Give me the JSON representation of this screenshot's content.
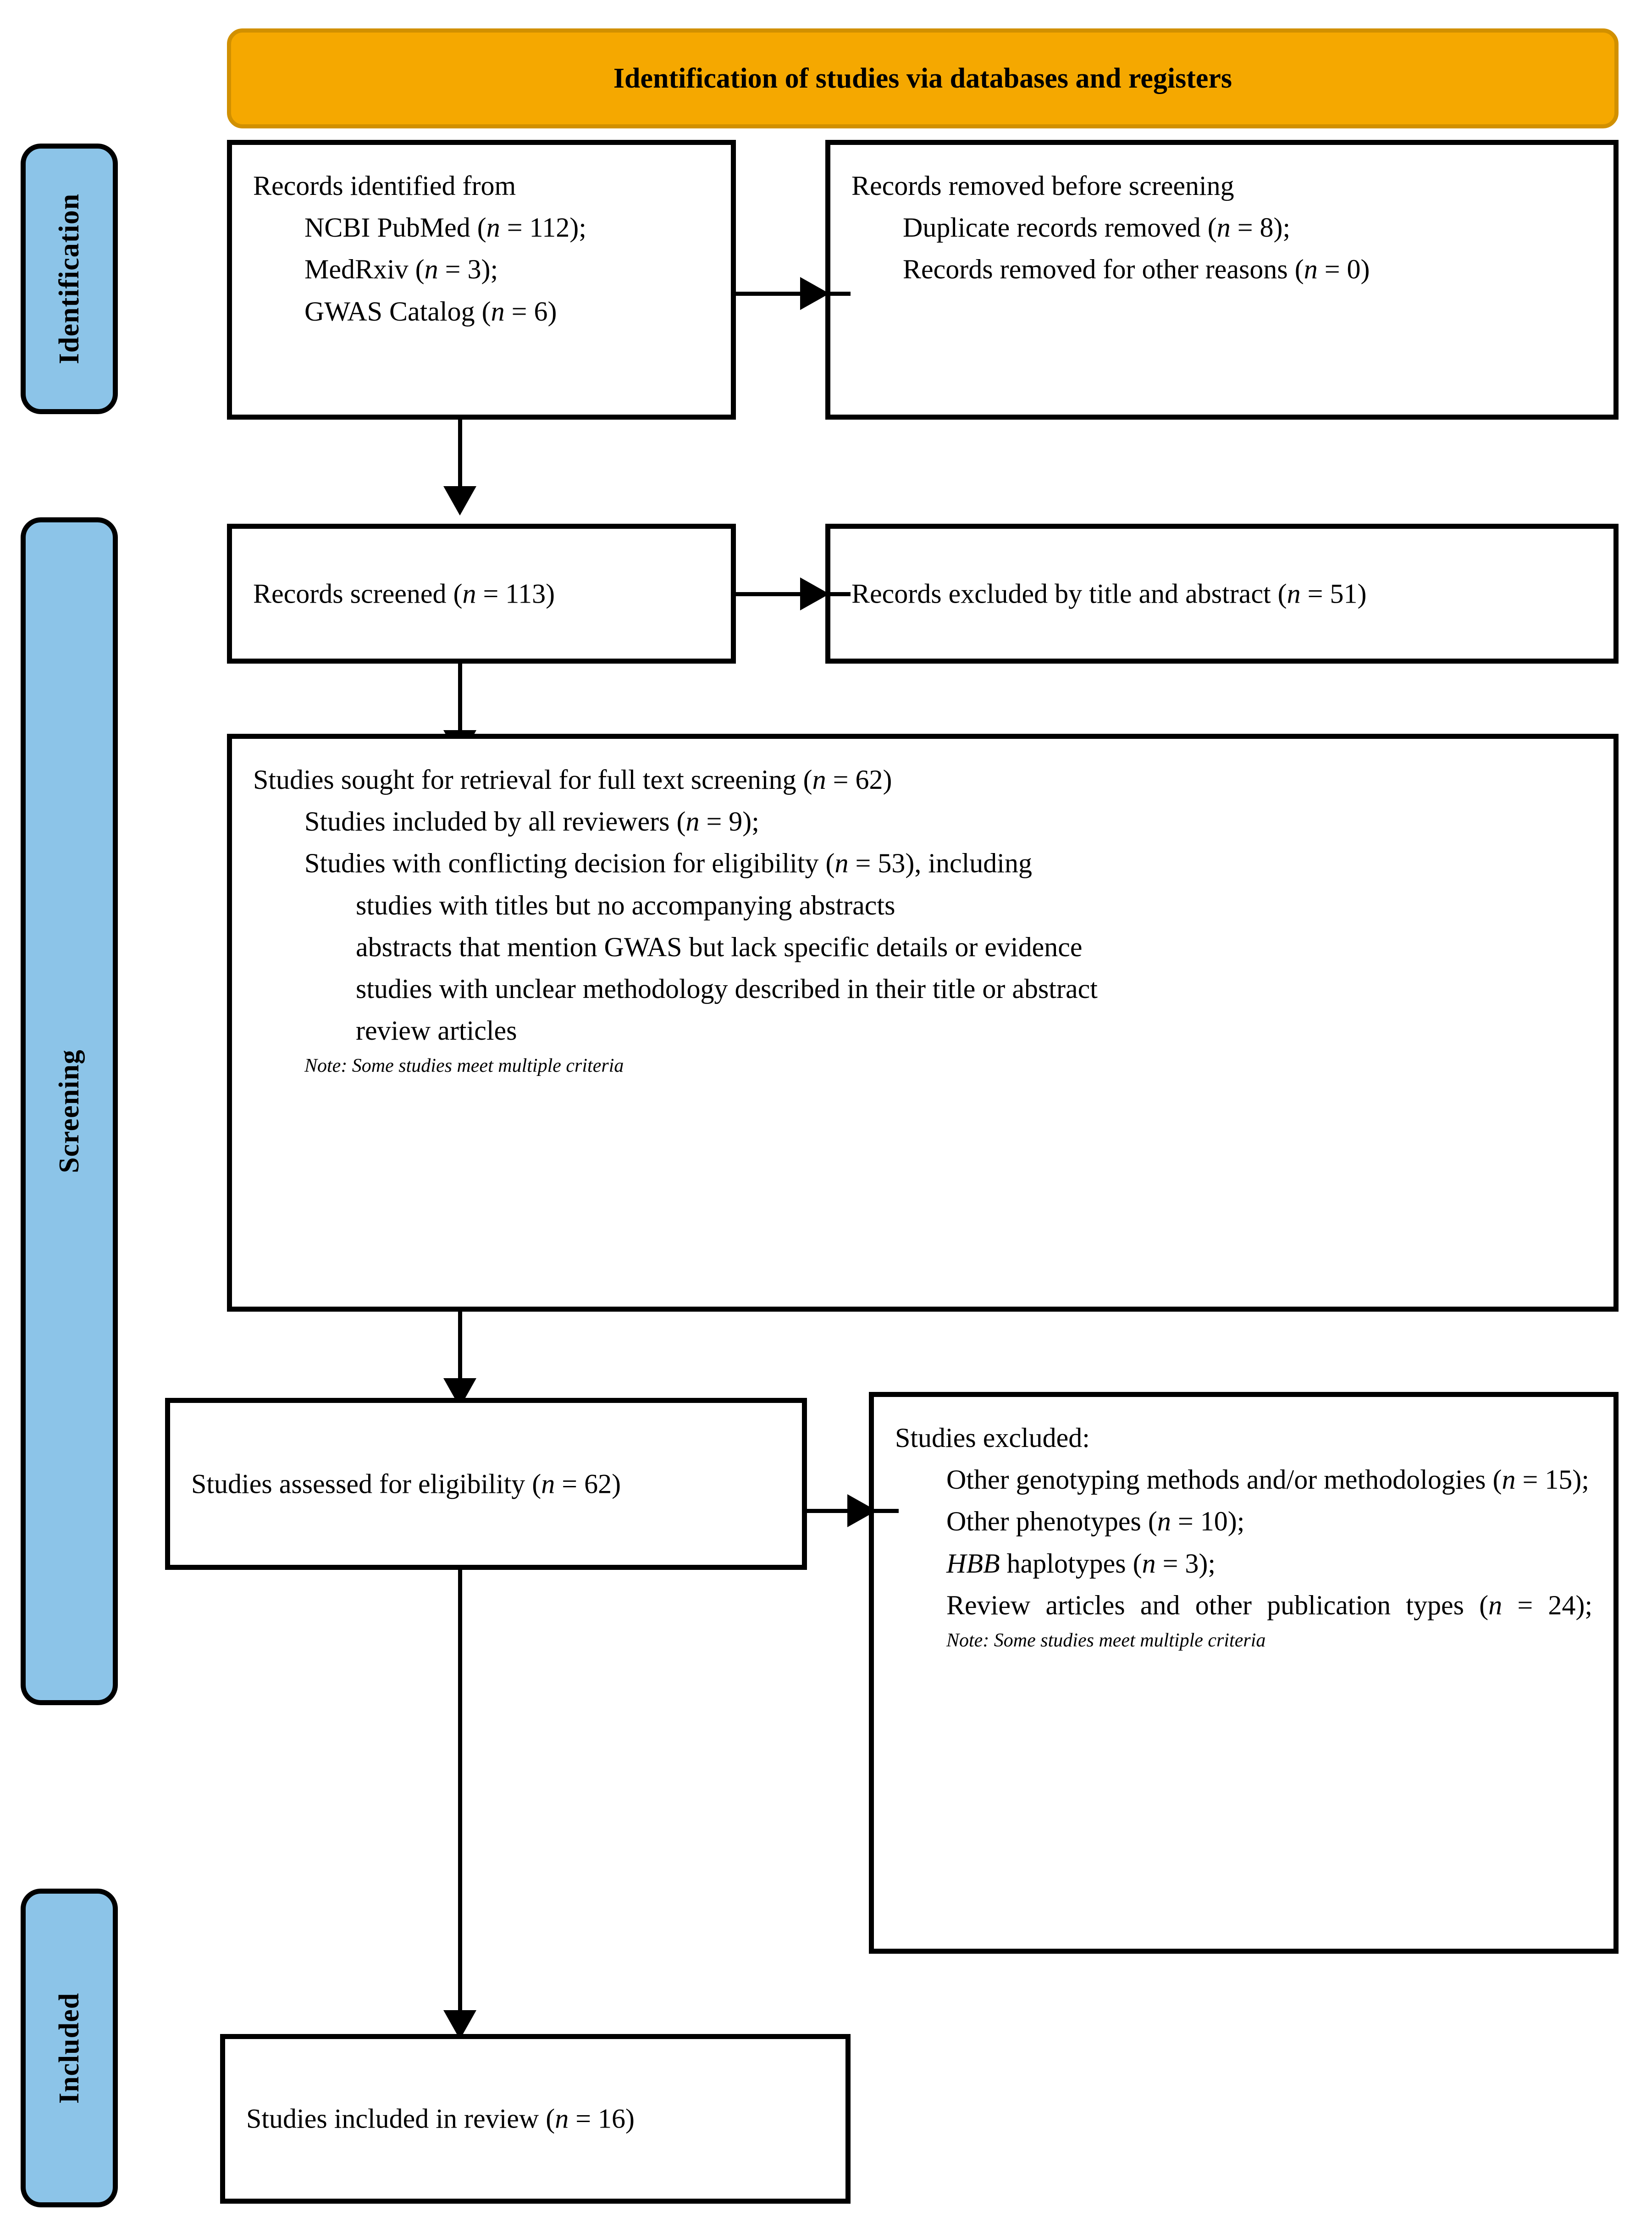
{
  "diagram": {
    "title": "Identification of studies via databases and registers",
    "stages": [
      {
        "id": "identification",
        "label": "Identification"
      },
      {
        "id": "screening",
        "label": "Screening"
      },
      {
        "id": "included",
        "label": "Included"
      }
    ],
    "colors": {
      "banner_fill": "#F5A800",
      "banner_border": "#D19000",
      "stage_fill": "#8CC4E8",
      "stage_border": "#000000",
      "box_border": "#000000",
      "text": "#000000"
    },
    "boxes": {
      "records_identified": {
        "heading": "Records identified from",
        "items": [
          "NCBI PubMed (n = 112);",
          "MedRxiv (n = 3);",
          "GWAS Catalog (n = 6)"
        ]
      },
      "records_removed": {
        "heading": "Records removed before screening",
        "items": [
          "Duplicate records removed (n = 8);",
          "Records removed for other reasons (n = 0)"
        ]
      },
      "records_screened": {
        "heading": "Records screened (n = 113)"
      },
      "records_excluded": {
        "heading": "Records excluded by title and abstract (n = 51)"
      },
      "studies_sought": {
        "heading": "Studies sought for retrieval for full text screening (n = 62)",
        "items": [
          "Studies included by all reviewers (n = 9);",
          "Studies with conflicting decision for eligibility (n = 53), including"
        ],
        "subitems": [
          "studies with titles but no accompanying abstracts",
          "abstracts that mention GWAS but lack specific details or evidence",
          "studies with unclear methodology described in their title or abstract",
          "review articles"
        ],
        "note": "Note: Some studies meet multiple criteria"
      },
      "studies_assessed": {
        "heading": "Studies assessed for eligibility (n = 62)"
      },
      "studies_excluded": {
        "heading": "Studies excluded:",
        "items": [
          "Other genotyping methods and/or methodologies (n = 15);",
          "Other phenotypes (n = 10);",
          "HBB haplotypes (n = 3);",
          "Review articles and other publication types (n = 24);"
        ],
        "note": "Note: Some studies meet multiple criteria"
      },
      "studies_included": {
        "heading": "Studies included in review (n = 16)"
      }
    },
    "counts": {
      "ncbi_pubmed": 112,
      "medrxiv": 3,
      "gwas_catalog": 6,
      "duplicate_records_removed": 8,
      "records_removed_other": 0,
      "records_screened": 113,
      "records_excluded_title_abstract": 51,
      "studies_sought_full_text": 62,
      "studies_included_by_all_reviewers": 9,
      "studies_conflicting_decision": 53,
      "studies_assessed_eligibility": 62,
      "excluded_other_genotyping": 15,
      "excluded_other_phenotypes": 10,
      "excluded_hbb_haplotypes": 3,
      "excluded_review_articles": 24,
      "studies_included_in_review": 16
    }
  }
}
